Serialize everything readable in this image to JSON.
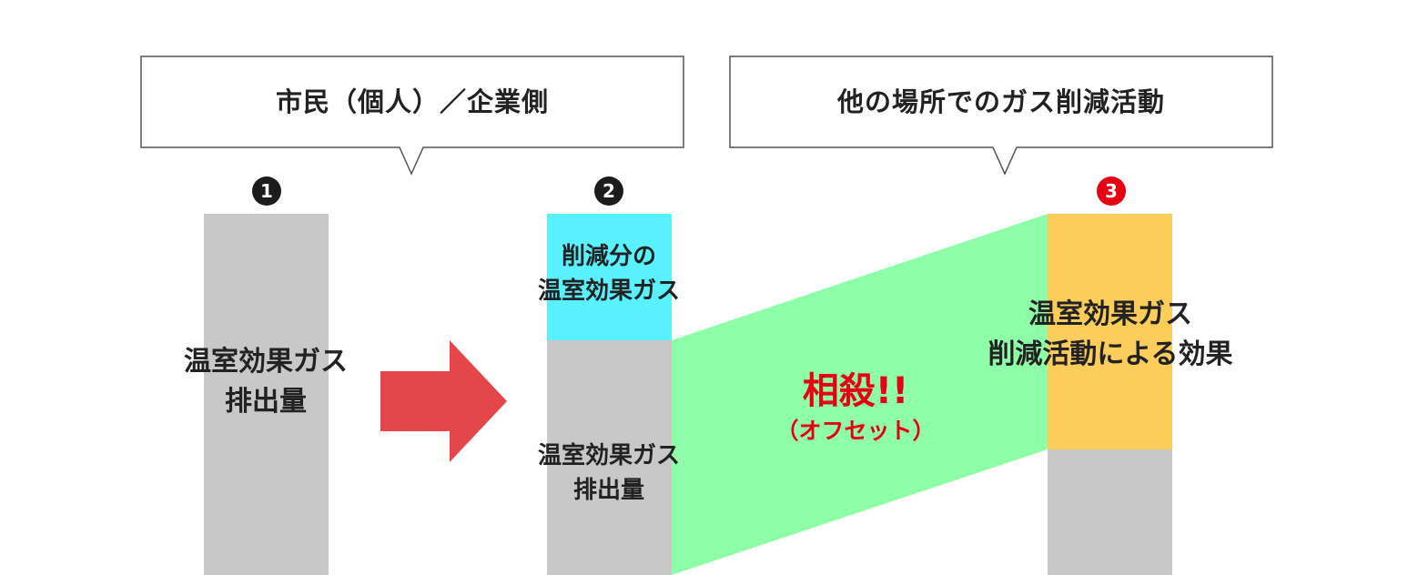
{
  "colors": {
    "gray": "#c8c8c8",
    "cyan": "#5af1ff",
    "green": "#8effa8",
    "yellow": "#fccd5b",
    "arrow": "#e4474a",
    "red_text": "#e50012",
    "badge_dark": "#1c1c1c",
    "badge_red": "#e50012",
    "callout_border": "#555555"
  },
  "callouts": [
    {
      "text": "市民（個人）／企業側"
    },
    {
      "text": "他の場所でのガス削減活動"
    }
  ],
  "badges": [
    "1",
    "2",
    "3"
  ],
  "column1": {
    "line1": "温室効果ガス",
    "line2": "排出量"
  },
  "column2": {
    "top_line1": "削減分の",
    "top_line2": "温室効果ガス",
    "bottom_line1": "温室効果ガス",
    "bottom_line2": "排出量"
  },
  "offset": {
    "main": "相殺!!",
    "sub": "（オフセット）"
  },
  "column3": {
    "line1": "温室効果ガス",
    "line2": "削減活動による効果"
  }
}
